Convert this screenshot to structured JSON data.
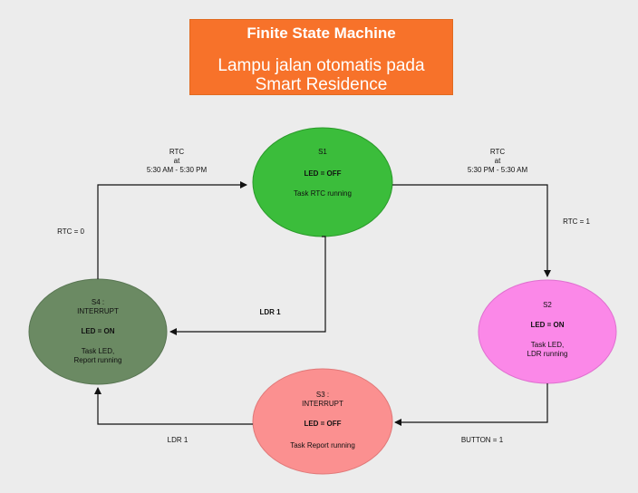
{
  "title": {
    "main": "Finite State Machine",
    "sub_line1": "Lampu jalan otomatis pada",
    "sub_line2": "Smart Residence"
  },
  "colors": {
    "title_bg": "#f7722a",
    "s1": "#3bbd3b",
    "s2": "#fb88e8",
    "s3": "#fb9090",
    "s4": "#6b8a63",
    "arrow": "#111111"
  },
  "states": {
    "s1": {
      "name": "S1",
      "led": "LED = OFF",
      "task": "Task RTC running"
    },
    "s2": {
      "name": "S2",
      "led": "LED = ON",
      "task1": "Task LED,",
      "task2": "LDR running"
    },
    "s3": {
      "name1": "S3 :",
      "name2": "INTERRUPT",
      "led": "LED = OFF",
      "task": "Task Report running"
    },
    "s4": {
      "name1": "S4 :",
      "name2": "INTERRUPT",
      "led": "LED = ON",
      "task1": "Task LED,",
      "task2": "Report running"
    }
  },
  "transitions": {
    "s4_s1": {
      "l1": "RTC",
      "l2": "at",
      "l3": "5:30 AM - 5:30 PM"
    },
    "s1_s2": {
      "l1": "RTC",
      "l2": "at",
      "l3": "5:30 PM - 5:30 AM"
    },
    "rtc0": "RTC = 0",
    "rtc1": "RTC = 1",
    "ldr1_s1_s4": "LDR 1",
    "button": "BUTTON = 1",
    "ldr1_s3_s4": "LDR 1"
  }
}
